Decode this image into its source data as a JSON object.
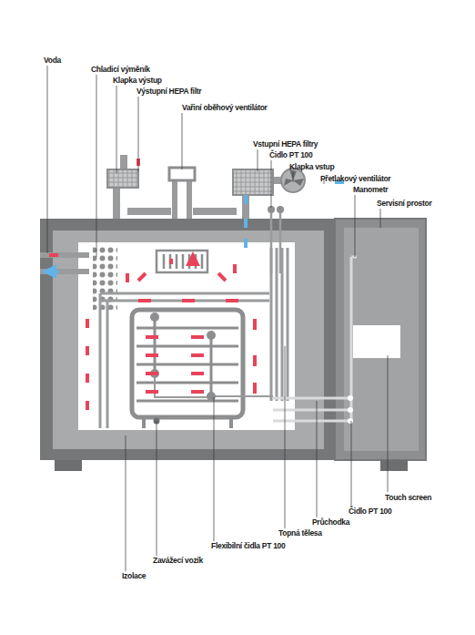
{
  "diagram": {
    "labels": [
      "Voda",
      "Chladicí výměník",
      "Klapka výstup",
      "Výstupní HEPA filtr",
      "Vařiní oběhový ventilátor",
      "Vstupní HEPA filtry",
      "Čidlo PT 100",
      "Klapka vstup",
      "Přetlakový ventilátor",
      "Manometr",
      "Servisní prostor",
      "Touch screen",
      "Čidlo PT 100",
      "Průchodka",
      "Topná tělesa",
      "Flexibilní čidla PT 100",
      "Zavážecí vozík",
      "Izolace"
    ]
  }
}
